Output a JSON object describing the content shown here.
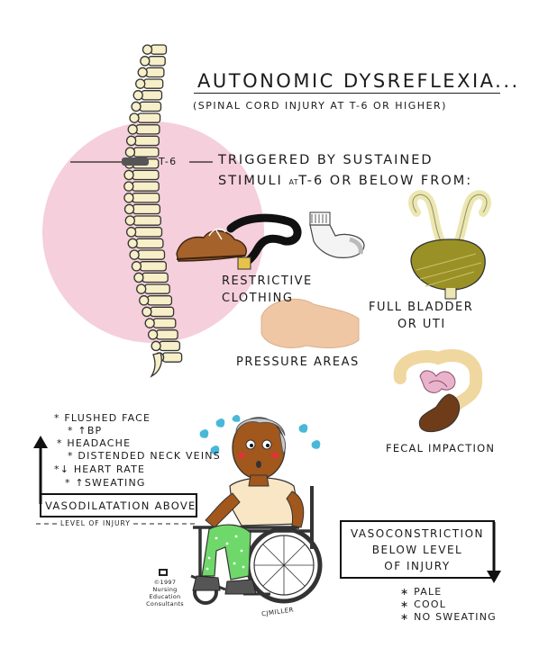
{
  "title": "AUTONOMIC DYSREFLEXIA...",
  "subtitle": "(SPINAL CORD INJURY AT T-6 OR HIGHER)",
  "level_label": "T-6",
  "trigger_text": {
    "line1": "TRIGGERED BY SUSTAINED",
    "line2a": "STIMULI",
    "line2b": "AT",
    "line2c": "T-6 OR BELOW FROM:"
  },
  "triggers": {
    "clothing": [
      "RESTRICTIVE",
      "CLOTHING"
    ],
    "pressure": "PRESSURE AREAS",
    "bladder": [
      "FULL BLADDER",
      "OR UTI"
    ],
    "fecal": "FECAL IMPACTION"
  },
  "above_symptoms": [
    "* FLUSHED FACE",
    "* ↑BP",
    "* HEADACHE",
    "* DISTENDED NECK VEINS",
    "*↓ HEART RATE",
    "* ↑SWEATING"
  ],
  "vasodilatation_label": "VASODILATATION ABOVE",
  "level_of_injury": "LEVEL OF INJURY",
  "vasoconstriction_label": [
    "VASOCONSTRICTION",
    "BELOW LEVEL",
    "OF INJURY"
  ],
  "below_symptoms": [
    "∗ PALE",
    "∗ COOL",
    "∗ NO SWEATING"
  ],
  "credit": [
    "©1997",
    "Nursing",
    "Education",
    "Consultants"
  ],
  "artist": "CJMILLER",
  "colors": {
    "pink": "#f5cfdb",
    "skin": "#a2571d",
    "shirt": "#f8e6c5",
    "pants": "#6fd86a",
    "bladder": "#9a9126",
    "bowel_pink": "#e9b3cc",
    "stool": "#6e3c18",
    "bone": "#f6efc8",
    "shoe": "#a5622a"
  }
}
